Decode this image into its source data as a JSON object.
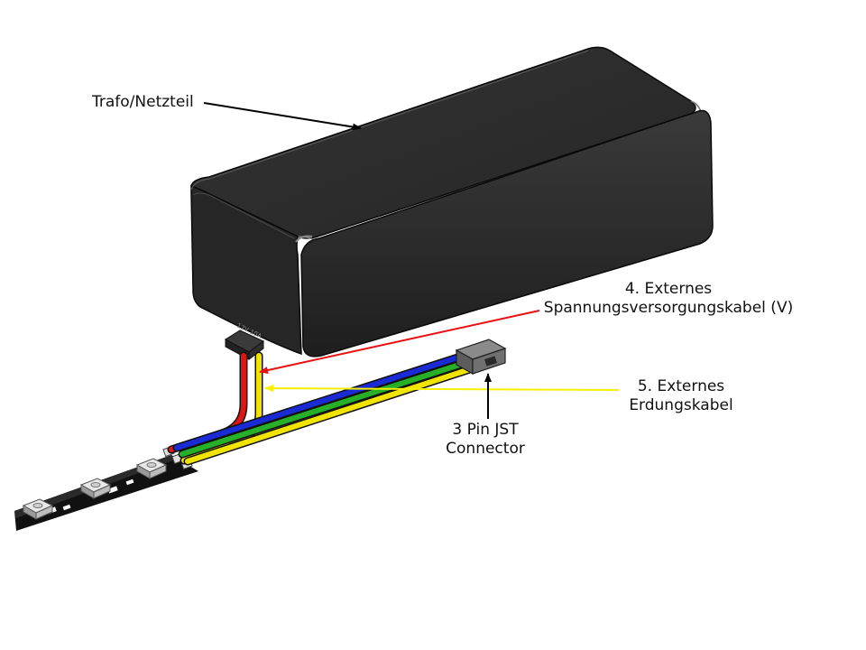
{
  "labels": {
    "transformer": "Trafo/Netzteil",
    "ext_power_line1": "4. Externes",
    "ext_power_line2": "Spannungsversorgungskabel (V)",
    "ext_ground_line1": "5. Externes",
    "ext_ground_line2": "Erdungskabel",
    "connector_line1": "3 Pin JST",
    "connector_line2": "Connector"
  },
  "colors": {
    "housing": "#2b2b2b",
    "wire_red": "#e01414",
    "wire_yellow": "#f0e400",
    "wire_blue": "#1a2bd6",
    "wire_green": "#27b027",
    "callout_red": "#e81010",
    "callout_yellow": "#f5f000",
    "callout_black": "#000000"
  }
}
